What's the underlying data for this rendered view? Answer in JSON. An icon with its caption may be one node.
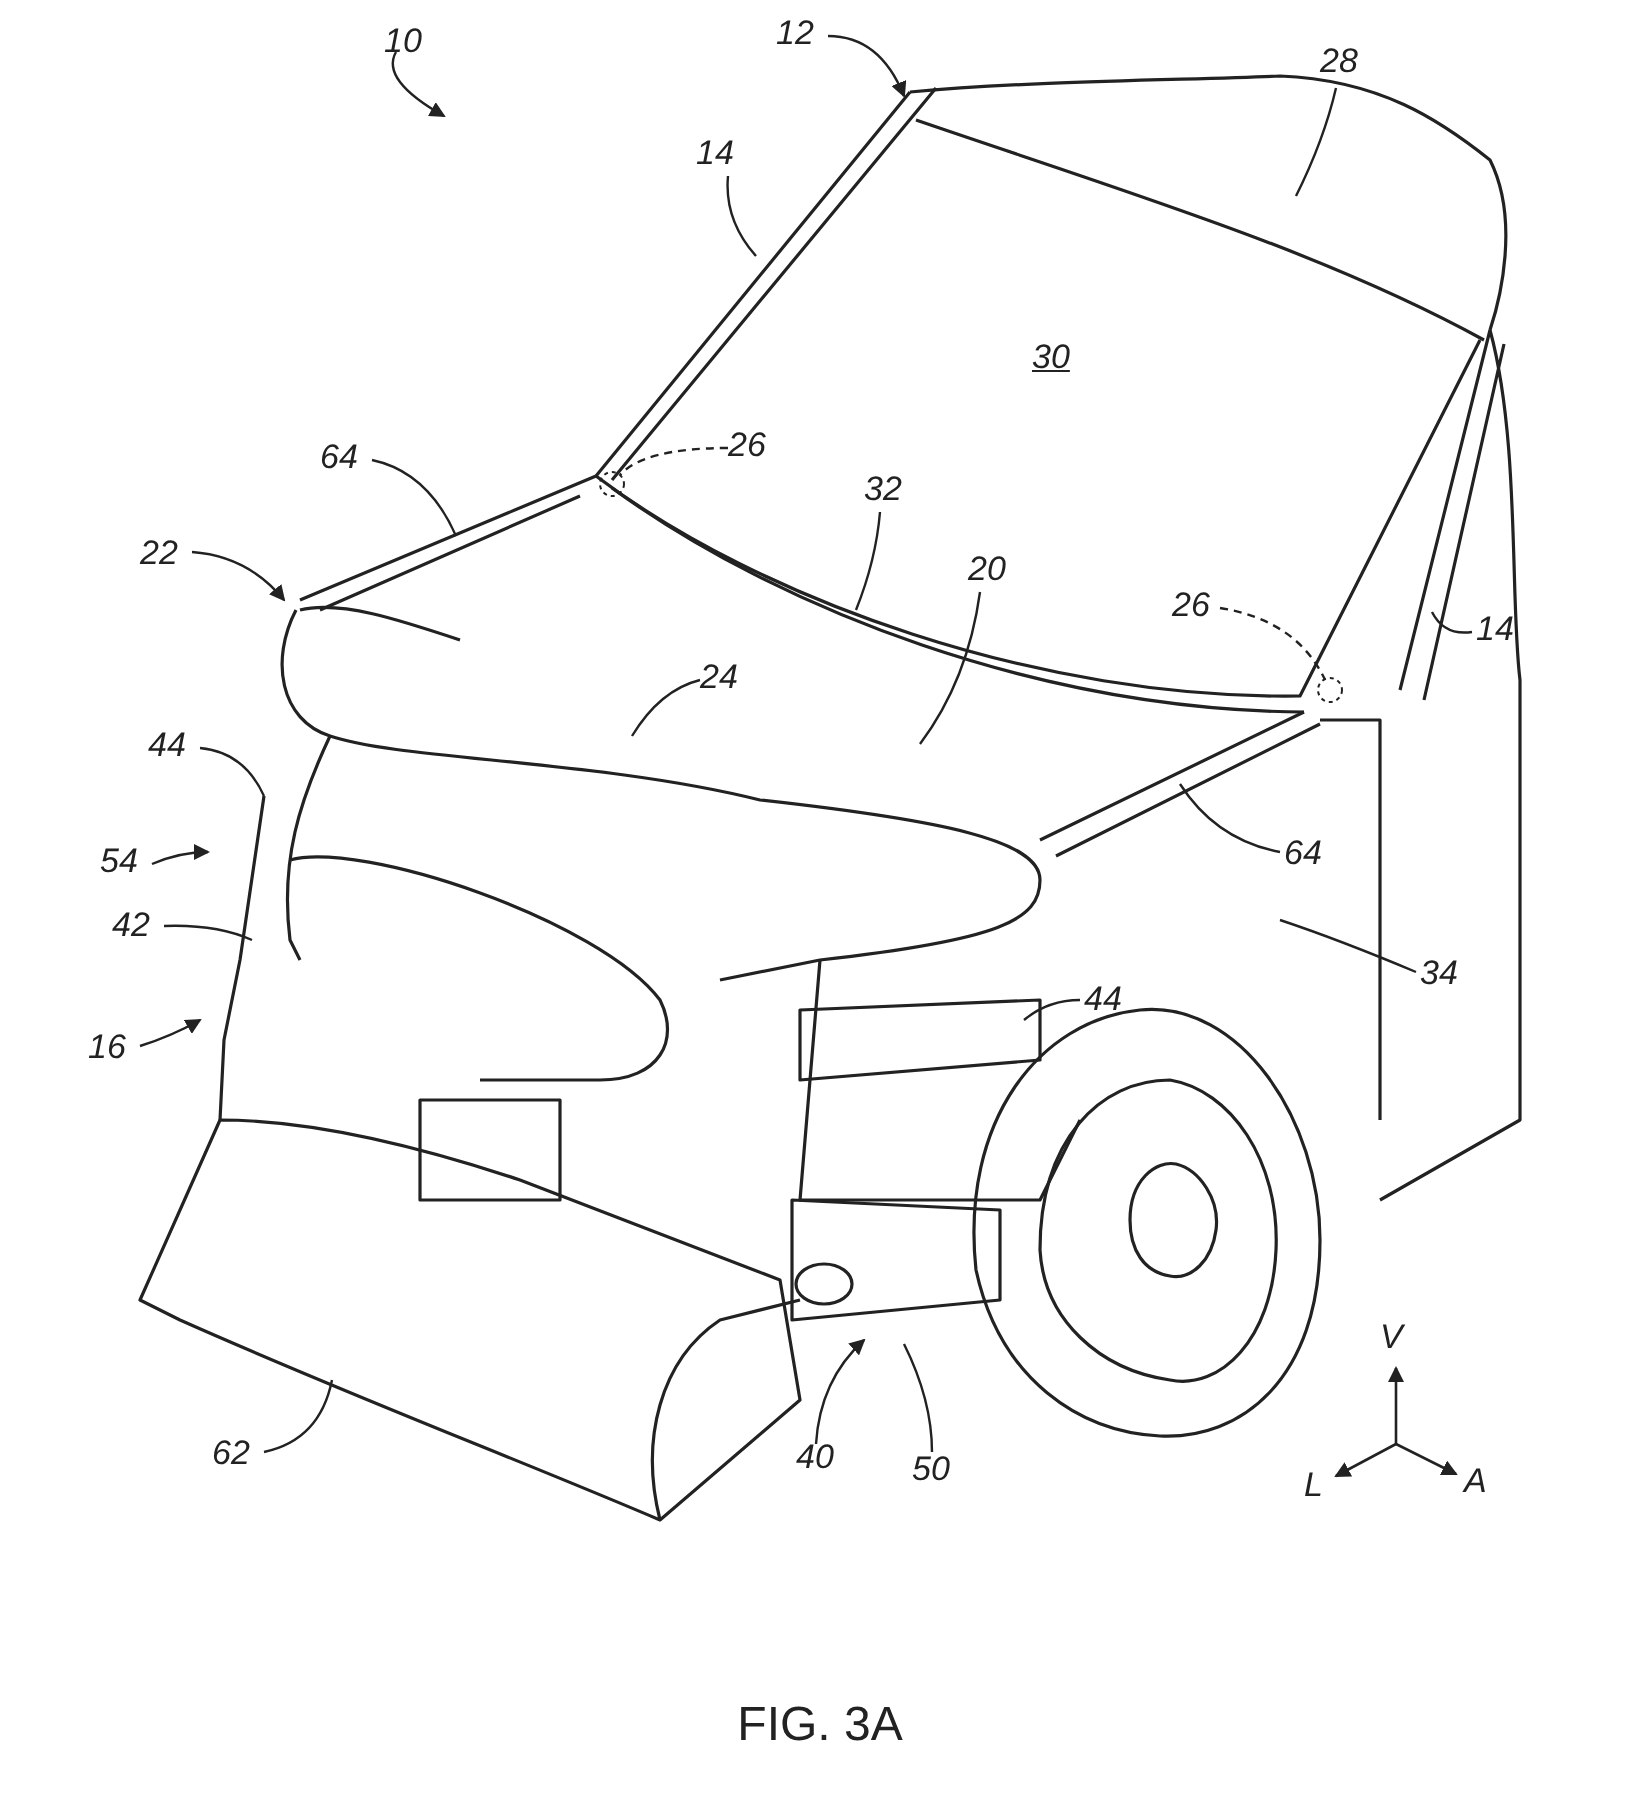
{
  "diagram": {
    "caption": "FIG. 3A",
    "nodes": [
      {
        "text": [
          "10"
        ]
      },
      {
        "text": [
          "12"
        ]
      },
      {
        "text": [
          "28"
        ]
      },
      {
        "text": [
          "14"
        ]
      },
      {
        "text": [
          "64"
        ]
      },
      {
        "text": [
          "26"
        ]
      },
      {
        "text": [
          "32"
        ]
      },
      {
        "text": [
          "22"
        ]
      },
      {
        "text": [
          "20"
        ]
      },
      {
        "text": [
          "26"
        ]
      },
      {
        "text": [
          "14"
        ]
      },
      {
        "text": [
          "24"
        ]
      },
      {
        "text": [
          "44"
        ]
      },
      {
        "text": [
          "54"
        ]
      },
      {
        "text": [
          "64"
        ]
      },
      {
        "text": [
          "42"
        ]
      },
      {
        "text": [
          "34"
        ]
      },
      {
        "text": [
          "16"
        ]
      },
      {
        "text": [
          "44"
        ]
      },
      {
        "text": [
          "62"
        ]
      },
      {
        "text": [
          "40"
        ]
      },
      {
        "text": [
          "50"
        ]
      },
      {
        "text": [],
        "shape": "circle"
      },
      {
        "text": [],
        "shape": "circle"
      }
    ],
    "edges": [
      {
        "from": 0,
        "to": null,
        "arrow": "to"
      },
      {
        "from": 1,
        "to": null,
        "arrow": "to"
      },
      {
        "from": 2,
        "to": null,
        "arrow": "none"
      },
      {
        "from": 3,
        "to": null,
        "arrow": "none"
      },
      {
        "from": 4,
        "to": null,
        "arrow": "none"
      },
      {
        "from": 5,
        "to": 22,
        "arrow": "none",
        "style": "dashed"
      },
      {
        "from": 6,
        "to": null,
        "arrow": "none"
      },
      {
        "from": 7,
        "to": null,
        "arrow": "to"
      },
      {
        "from": 8,
        "to": null,
        "arrow": "none"
      },
      {
        "from": 9,
        "to": 23,
        "arrow": "none",
        "style": "dashed"
      },
      {
        "from": 10,
        "to": null,
        "arrow": "none"
      },
      {
        "from": 11,
        "to": null,
        "arrow": "none"
      },
      {
        "from": 12,
        "to": null,
        "arrow": "none"
      },
      {
        "from": 13,
        "to": null,
        "arrow": "to"
      },
      {
        "from": 14,
        "to": null,
        "arrow": "none"
      },
      {
        "from": 15,
        "to": null,
        "arrow": "none"
      },
      {
        "from": 16,
        "to": null,
        "arrow": "none"
      },
      {
        "from": 17,
        "to": null,
        "arrow": "to"
      },
      {
        "from": 18,
        "to": null,
        "arrow": "none"
      },
      {
        "from": 19,
        "to": null,
        "arrow": "none"
      },
      {
        "from": 20,
        "to": null,
        "arrow": "to"
      },
      {
        "from": 21,
        "to": null,
        "arrow": "none"
      }
    ],
    "labels": [
      "30",
      "V",
      "L",
      "A"
    ]
  }
}
